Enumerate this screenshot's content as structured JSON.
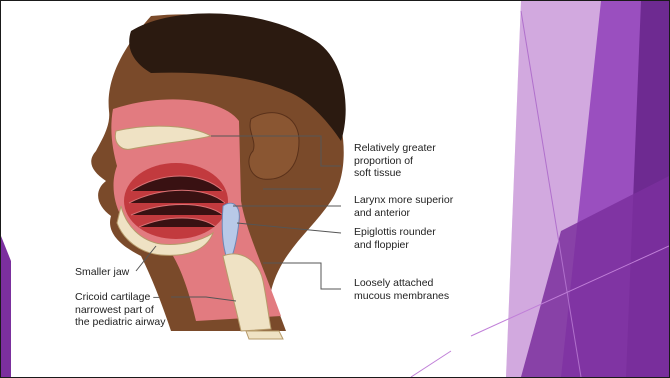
{
  "colors": {
    "accent_purple": "#7b2f9e",
    "accent_light": "#c99bd9",
    "skin": "#7a4a2a",
    "airway_tissue": "#d9636a",
    "muscle": "#c23a3e",
    "bone": "#efe2c4",
    "hair": "#2b1a10"
  },
  "annotations": {
    "soft_tissue": "Relatively greater\nproportion of\nsoft tissue",
    "larynx": "Larynx more superior\nand anterior",
    "epiglottis": "Epiglottis rounder\nand floppier",
    "mucous": "Loosely attached\nmucous membranes",
    "jaw": "Smaller jaw",
    "cricoid": "Cricoid cartilage –\nnarrowest part of\nthe pediatric airway"
  }
}
